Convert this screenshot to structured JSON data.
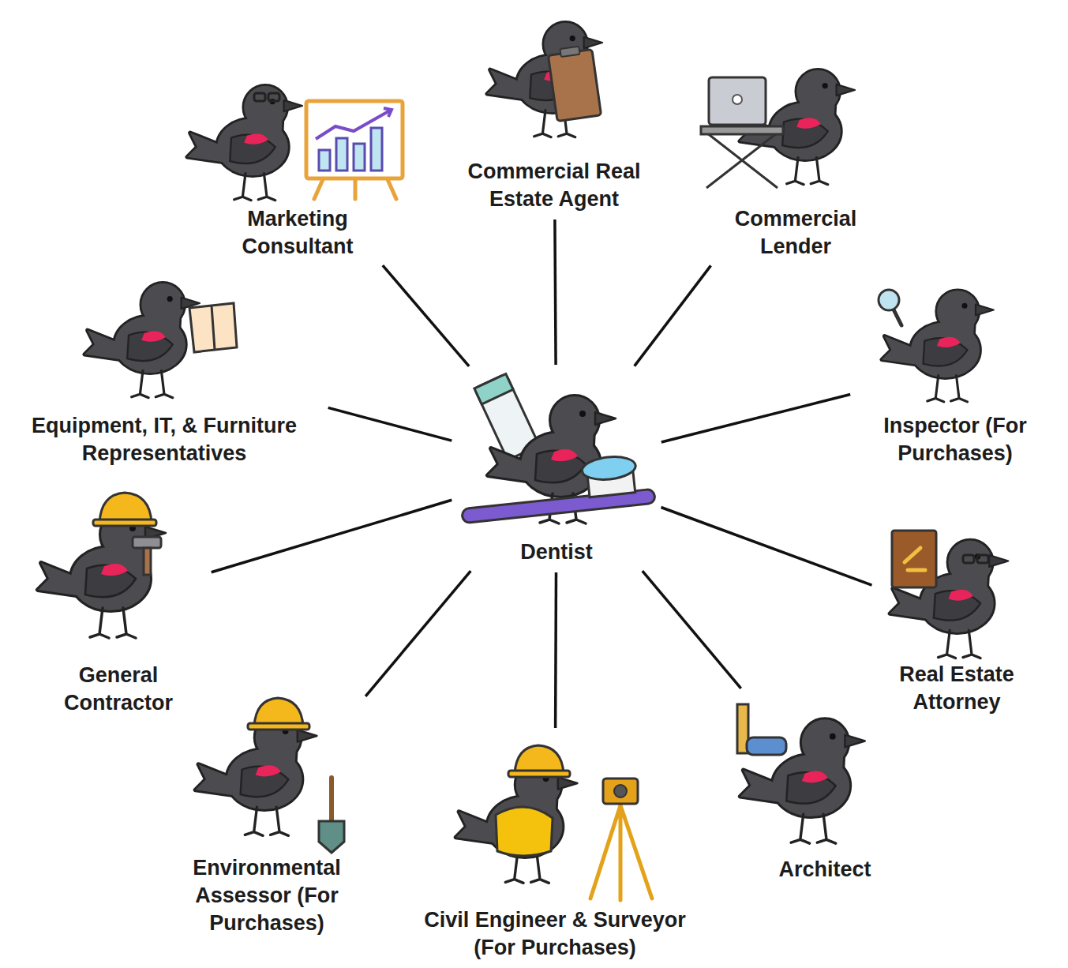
{
  "diagram": {
    "nodes": [
      {
        "text": [
          "Marketing Consultant"
        ]
      },
      {
        "text": [
          "Commercial Real Estate Agent"
        ]
      },
      {
        "text": [
          "Commercial Lender"
        ]
      },
      {
        "text": [
          "Equipment, IT, & Furniture Representatives"
        ]
      },
      {
        "text": [
          "Inspector (For Purchases)"
        ]
      },
      {
        "text": [
          "Dentist"
        ]
      },
      {
        "text": [
          "General Contractor"
        ]
      },
      {
        "text": [
          "Real Estate Attorney"
        ]
      },
      {
        "text": [
          "Environmental Assessor (For Purchases)"
        ]
      },
      {
        "text": [
          "Civil Engineer & Surveyor (For Purchases)"
        ]
      },
      {
        "text": [
          "Architect"
        ]
      }
    ],
    "edges": [
      {
        "from": 5,
        "to": 0,
        "arrow": "none"
      },
      {
        "from": 5,
        "to": 1,
        "arrow": "none"
      },
      {
        "from": 5,
        "to": 2,
        "arrow": "none"
      },
      {
        "from": 5,
        "to": 3,
        "arrow": "none"
      },
      {
        "from": 5,
        "to": 4,
        "arrow": "none"
      },
      {
        "from": 5,
        "to": 6,
        "arrow": "none"
      },
      {
        "from": 5,
        "to": 7,
        "arrow": "none"
      },
      {
        "from": 5,
        "to": 8,
        "arrow": "none"
      },
      {
        "from": 5,
        "to": 9,
        "arrow": "none"
      },
      {
        "from": 5,
        "to": 10,
        "arrow": "none"
      }
    ]
  }
}
